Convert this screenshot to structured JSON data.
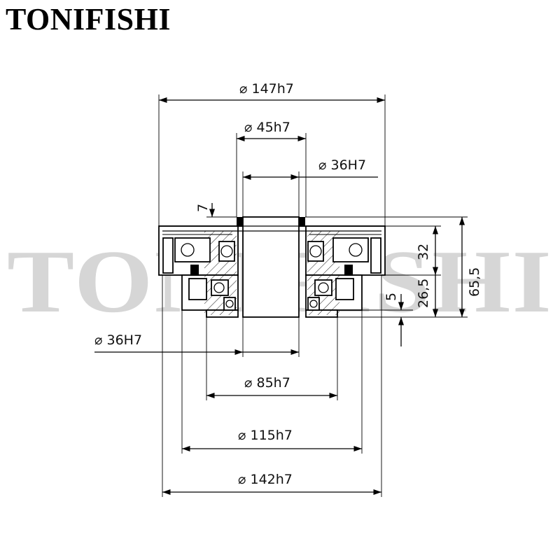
{
  "brand": {
    "name": "TONIFISHI"
  },
  "watermark": {
    "text": "TONIFISHI"
  },
  "dimensions": {
    "d147": "147h7",
    "d45": "45h7",
    "d36_top": "36H7",
    "d36_left": "36H7",
    "d85": "85h7",
    "d115": "115h7",
    "d142": "142h7",
    "h7": "7",
    "h32": "32",
    "h26_5": "26,5",
    "h5": "5",
    "h65_5": "65,5"
  },
  "symbols": {
    "diameter": "⌀"
  }
}
